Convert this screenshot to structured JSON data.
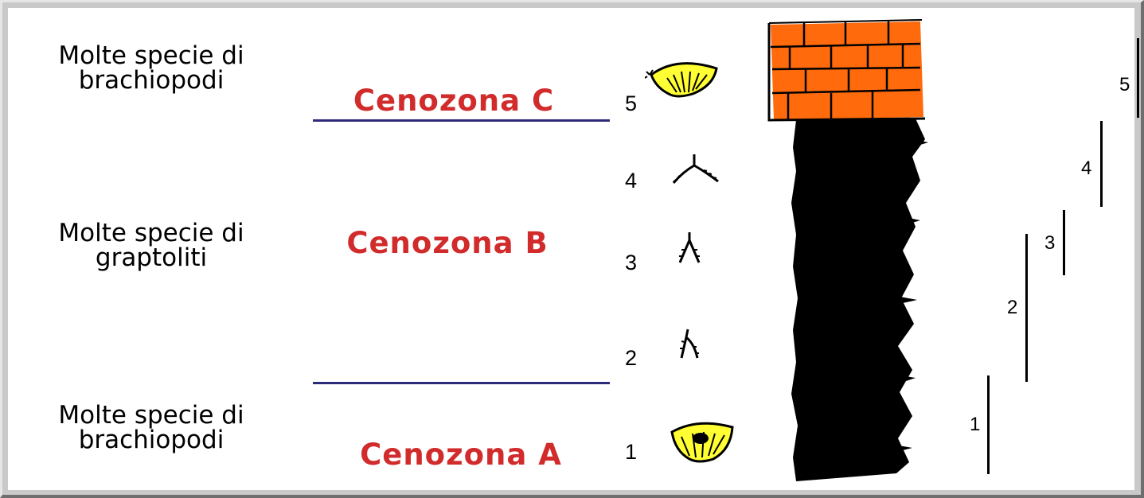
{
  "descriptions": {
    "top_line1": "Molte specie di",
    "top_line2": "brachiopodi",
    "middle_line1": "Molte specie di",
    "middle_line2": "graptoliti",
    "bottom_line1": "Molte specie di",
    "bottom_line2": "brachiopodi"
  },
  "zones": {
    "c": "Cenozona C",
    "b": "Cenozona B",
    "a": "Cenozona A"
  },
  "fossil_numbers": [
    "1",
    "2",
    "3",
    "4",
    "5"
  ],
  "range_numbers": [
    "1",
    "2",
    "3",
    "4",
    "5"
  ],
  "colors": {
    "zone_text": "#d12b2b",
    "boundary_line": "#2e2a7a",
    "limestone": "#ff6a0d",
    "shale": "#000000",
    "brachiopod": "#ffff33"
  }
}
